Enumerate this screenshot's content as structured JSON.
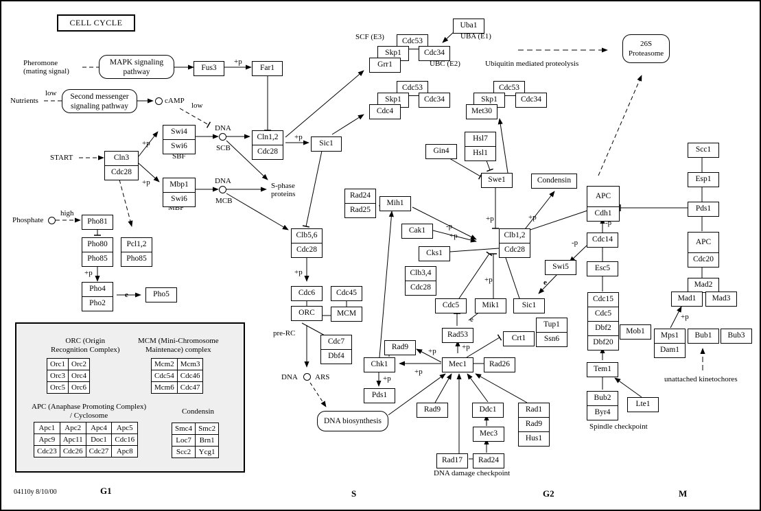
{
  "title": "CELL CYCLE",
  "footer": {
    "id_date": "04110y 8/10/00"
  },
  "phases": [
    "G1",
    "S",
    "G2",
    "M"
  ],
  "inputs": {
    "pheromone": "Pheromone\n(mating signal)",
    "nutrients": "Nutrients",
    "low1": "low",
    "low2": "low",
    "start": "START",
    "phosphate": "Phosphate",
    "high": "high",
    "camp": "cAMP"
  },
  "pathways": {
    "mapk": [
      "MAPK signaling",
      "pathway"
    ],
    "second_messenger": [
      "Second messenger",
      "signaling pathway"
    ],
    "proteasome": [
      "26S",
      "Proteasome"
    ],
    "dna_biosynthesis": "DNA biosynthesis"
  },
  "labels": {
    "scf": "SCF (E3)",
    "uba": "UBA (E1)",
    "ubc": "UBC (E2)",
    "ubiq": "Ubiquitin mediated proteolysis",
    "dna_scb": "DNA",
    "scb": "SCB",
    "sbf": "SBF",
    "dna_mcb": "DNA",
    "mcb": "MCB",
    "mbf": "MBF",
    "s_phase": "S-phase\nproteins",
    "pre_rc": "pre-RC",
    "dna_ars": "DNA",
    "ars": "ARS",
    "dna_damage": "DNA damage checkpoint",
    "spindle": "Spindle checkpoint",
    "kinetochores": "unattached kinetochores"
  },
  "edge_labels": {
    "p_plus": "+p",
    "p_minus": "-p",
    "e": "e"
  },
  "nodes": {
    "fus3": [
      "Fus3"
    ],
    "far1": [
      "Far1"
    ],
    "cln3": [
      "Cln3",
      "Cdc28"
    ],
    "swi4": [
      "Swi4",
      "Swi6"
    ],
    "mbp1": [
      "Mbp1",
      "Swi6"
    ],
    "cln12": [
      "Cln1,2",
      "Cdc28"
    ],
    "sic1a": [
      "Sic1"
    ],
    "pho81": [
      "Pho81"
    ],
    "pho80": [
      "Pho80",
      "Pho85"
    ],
    "pcl12": [
      "Pcl1,2",
      "Pho85"
    ],
    "pho4": [
      "Pho4",
      "Pho2"
    ],
    "pho5": [
      "Pho5"
    ],
    "uba1": [
      "Uba1"
    ],
    "cdc53a": [
      "Cdc53"
    ],
    "skp1a": [
      "Skp1"
    ],
    "cdc34a": [
      "Cdc34"
    ],
    "grr1": [
      "Grr1"
    ],
    "cdc53b": [
      "Cdc53"
    ],
    "skp1b": [
      "Skp1"
    ],
    "cdc34b": [
      "Cdc34"
    ],
    "cdc4": [
      "Cdc4"
    ],
    "cdc53c": [
      "Cdc53"
    ],
    "skp1c": [
      "Skp1"
    ],
    "cdc34c": [
      "Cdc34"
    ],
    "met30": [
      "Met30"
    ],
    "clb56": [
      "Clb5,6",
      "Cdc28"
    ],
    "cdc6": [
      "Cdc6"
    ],
    "cdc45": [
      "Cdc45"
    ],
    "orc": [
      "ORC"
    ],
    "mcm": [
      "MCM"
    ],
    "cdc7": [
      "Cdc7",
      "Dbf4"
    ],
    "rad24a": [
      "Rad24",
      "Rad25"
    ],
    "mih1": [
      "Mih1"
    ],
    "gin4": [
      "Gin4"
    ],
    "hsl7": [
      "Hsl7",
      "Hsl1"
    ],
    "swe1": [
      "Swe1"
    ],
    "condensin": [
      "Condensin"
    ],
    "cak1": [
      "Cak1"
    ],
    "cks1": [
      "Cks1"
    ],
    "clb12": [
      "Clb1,2",
      "Cdc28"
    ],
    "clb34": [
      "Clb3,4",
      "Cdc28"
    ],
    "cdc5a": [
      "Cdc5"
    ],
    "mik1": [
      "Mik1"
    ],
    "sic1b": [
      "Sic1"
    ],
    "swi5": [
      "Swi5"
    ],
    "rad53": [
      "Rad53"
    ],
    "tup1": [
      "Tup1",
      "Ssn6"
    ],
    "crt1": [
      "Crt1"
    ],
    "rad9a": [
      "Rad9"
    ],
    "chk1": [
      "Chk1"
    ],
    "mec1": [
      "Mec1"
    ],
    "rad26": [
      "Rad26"
    ],
    "pds1a": [
      "Pds1"
    ],
    "rad9b": [
      "Rad9"
    ],
    "ddc1": [
      "Ddc1"
    ],
    "mec3": [
      "Mec3"
    ],
    "rad1": [
      "Rad1",
      "Rad9",
      "Hus1"
    ],
    "rad17": [
      "Rad17"
    ],
    "rad24b": [
      "Rad24"
    ],
    "apc_cdh1": [
      "APC",
      "Cdh1"
    ],
    "cdc14": [
      "Cdc14"
    ],
    "esc5": [
      "Esc5"
    ],
    "cdc15": [
      "Cdc15",
      "Cdc5",
      "Dbf2",
      "Dbf20"
    ],
    "mob1": [
      "Mob1"
    ],
    "tem1": [
      "Tem1"
    ],
    "bub2": [
      "Bub2",
      "Byr4"
    ],
    "lte1": [
      "Lte1"
    ],
    "scc1": [
      "Scc1"
    ],
    "esp1": [
      "Esp1"
    ],
    "pds1b": [
      "Pds1"
    ],
    "apc_cdc20": [
      "APC",
      "Cdc20"
    ],
    "mad2": [
      "Mad2"
    ],
    "mad1": [
      "Mad1"
    ],
    "mad3": [
      "Mad3"
    ],
    "mps1": [
      "Mps1",
      "Dam1"
    ],
    "bub1": [
      "Bub1"
    ],
    "bub3": [
      "Bub3"
    ]
  },
  "legend": {
    "orc_title": "ORC (Origin\nRecognition Complex)",
    "orc_rows": [
      [
        "Orc1",
        "Orc2"
      ],
      [
        "Orc3",
        "Orc4"
      ],
      [
        "Orc5",
        "Orc6"
      ]
    ],
    "mcm_title": "MCM (Mini-Chromosome\nMaintenace) complex",
    "mcm_rows": [
      [
        "Mcm2",
        "Mcm3"
      ],
      [
        "Cdc54",
        "Cdc46"
      ],
      [
        "Mcm6",
        "Cdc47"
      ]
    ],
    "apc_title": "APC (Anaphase Promoting Complex)\n/ Cyclosome",
    "apc_rows": [
      [
        "Apc1",
        "Apc2",
        "Apc4",
        "Apc5"
      ],
      [
        "Apc9",
        "Apc11",
        "Doc1",
        "Cdc16"
      ],
      [
        "Cdc23",
        "Cdc26",
        "Cdc27",
        "Apc8"
      ]
    ],
    "condensin_title": "Condensin",
    "condensin_rows": [
      [
        "Smc4",
        "Smc2"
      ],
      [
        "Loc7",
        "Brn1"
      ],
      [
        "Scc2",
        "Ycg1"
      ]
    ]
  }
}
